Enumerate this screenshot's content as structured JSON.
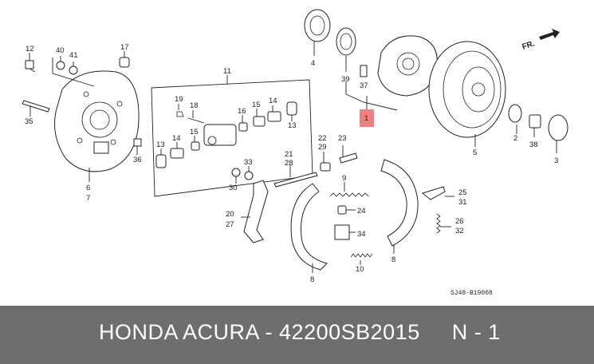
{
  "diagram": {
    "labels": {
      "l1": "1",
      "l2": "2",
      "l3": "3",
      "l4": "4",
      "l5": "5",
      "l6": "6",
      "l7": "7",
      "l8a": "8",
      "l8b": "8",
      "l9": "9",
      "l10": "10",
      "l11": "11",
      "l12": "12",
      "l13a": "13",
      "l13b": "13",
      "l14a": "14",
      "l14b": "14",
      "l15a": "15",
      "l15b": "15",
      "l16": "16",
      "l17": "17",
      "l18": "18",
      "l19": "19",
      "l20": "20",
      "l21": "21",
      "l22": "22",
      "l23": "23",
      "l24": "24",
      "l25": "25",
      "l26": "26",
      "l27": "27",
      "l28": "28",
      "l29": "29",
      "l30": "30",
      "l31": "31",
      "l32": "32",
      "l33": "33",
      "l34": "34",
      "l35": "35",
      "l36": "36",
      "l37": "37",
      "l38": "38",
      "l39": "39",
      "l40": "40",
      "l41": "41"
    },
    "front_indicator": "FR.",
    "drawing_code": "SJ48-B19008",
    "highlight_color": "#f08080"
  },
  "footer": {
    "text": "HONDA ACURA - 42200SB2015     N - 1"
  }
}
